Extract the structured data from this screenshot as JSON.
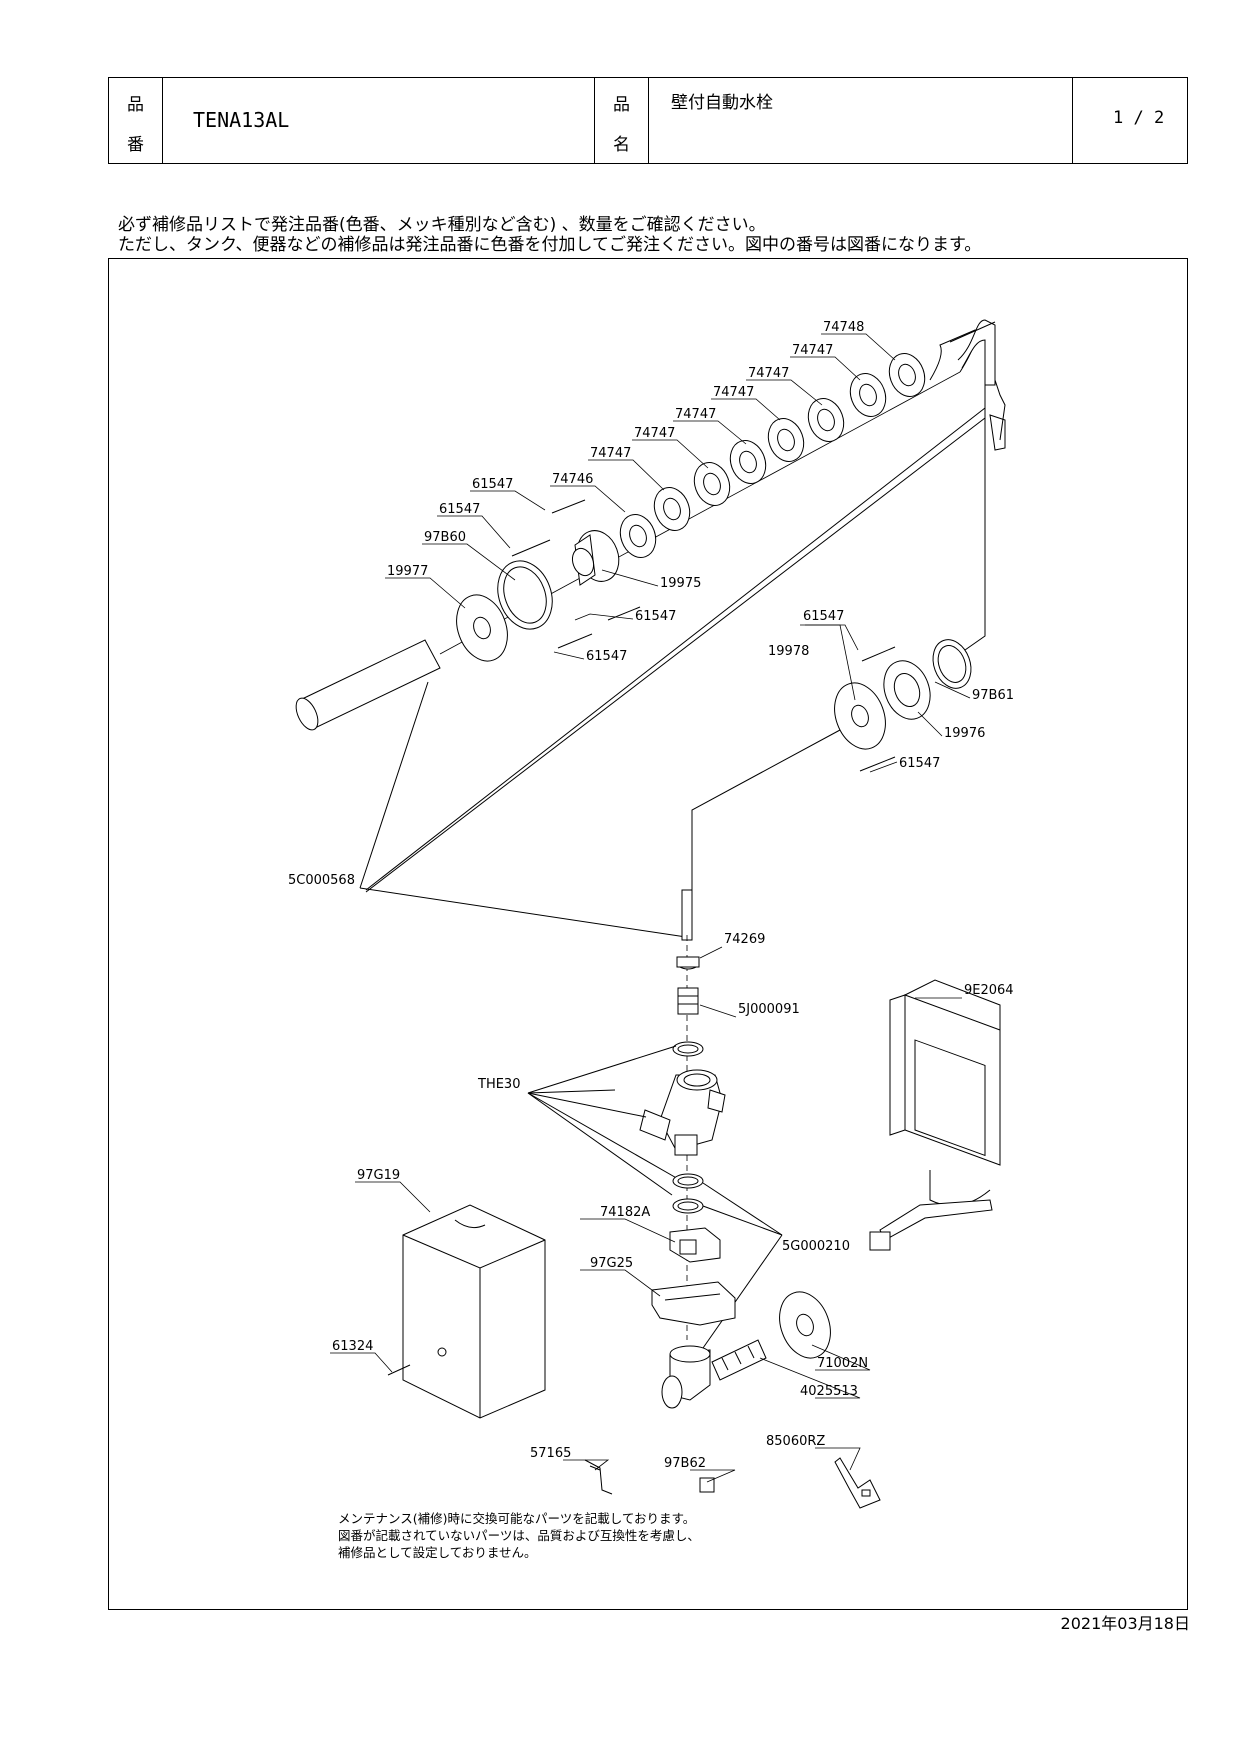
{
  "header": {
    "part_no_label_top": "品",
    "part_no_label_bottom": "番",
    "part_no": "TENA13AL",
    "name_label_top": "品",
    "name_label_bottom": "名",
    "name": "壁付自動水栓",
    "page": "1 / 2"
  },
  "notice": {
    "line1": "必ず補修品リストで発注品番(色番、メッキ種別など含む) 、数量をご確認ください。",
    "line2": "ただし、タンク、便器などの補修品は発注品番に色番を付加してご発注ください。図中の番号は図番になります。"
  },
  "labels": {
    "p74748": "74748",
    "p74747a": "74747",
    "p74747b": "74747",
    "p74747c": "74747",
    "p74747d": "74747",
    "p74747e": "74747",
    "p74747f": "74747",
    "p74746": "74746",
    "p61547a": "61547",
    "p61547b": "61547",
    "p97B60": "97B60",
    "p19977": "19977",
    "p19975": "19975",
    "p61547c": "61547",
    "p61547d": "61547",
    "p61547e": "61547",
    "p19978": "19978",
    "p97B61": "97B61",
    "p19976": "19976",
    "p61547f": "61547",
    "p5C000568": "5C000568",
    "p74269": "74269",
    "p5J000091": "5J000091",
    "pTHE30": "THE30",
    "p9E2064": "9E2064",
    "p97G19": "97G19",
    "p74182A": "74182A",
    "p5G000210": "5G000210",
    "p97G25": "97G25",
    "p61324": "61324",
    "p71002N": "71002N",
    "p4025513": "4025513",
    "p57165": "57165",
    "p97B62": "97B62",
    "p85060RZ": "85060RZ"
  },
  "footnote": {
    "line1": "メンテナンス(補修)時に交換可能なパーツを記載しております。",
    "line2": "図番が記載されていないパーツは、品質および互換性を考慮し、",
    "line3": "補修品として設定しておりません。"
  },
  "date": "2021年03月18日"
}
